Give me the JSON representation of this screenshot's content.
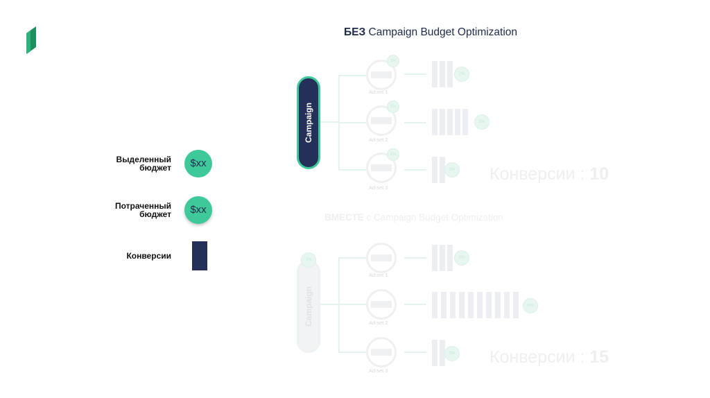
{
  "top": {
    "title_bold": "БЕЗ",
    "title_rest": "Campaign Budget Optimization",
    "campaign_label": "Campaign",
    "adsets": [
      "Ad set 1",
      "Ad set 2",
      "Ad set 3"
    ],
    "adset_budget_badges": [
      "1%",
      "1%",
      "1%"
    ],
    "result_badges": [
      "2%",
      "5%",
      "3%"
    ],
    "conversion_bar_counts": [
      3,
      5,
      2
    ],
    "conversions_label": "Конверсии :",
    "conversions_value": "10"
  },
  "bottom": {
    "title_bold": "ВМЕСТЕ",
    "title_rest": "с Campaign Budget Optimization",
    "campaign_label": "Campaign",
    "campaign_badge": "3%",
    "adsets": [
      "Ad set 1",
      "Ad set 2",
      "Ad set 3"
    ],
    "result_badges": [
      "3%",
      "6%",
      "3%"
    ],
    "conversion_bar_counts": [
      3,
      10,
      2
    ],
    "conversions_label": "Конверсии :",
    "conversions_value": "15"
  },
  "legend": {
    "allocated_line1": "Выделенный",
    "allocated_line2": "бюджет",
    "allocated_coin": "$xx",
    "spent_line1": "Потраченный",
    "spent_line2": "бюджет",
    "spent_coin": "$xx",
    "conversions": "Конверсии"
  },
  "colors": {
    "accent_green": "#3fc99b",
    "navy": "#24305a"
  }
}
